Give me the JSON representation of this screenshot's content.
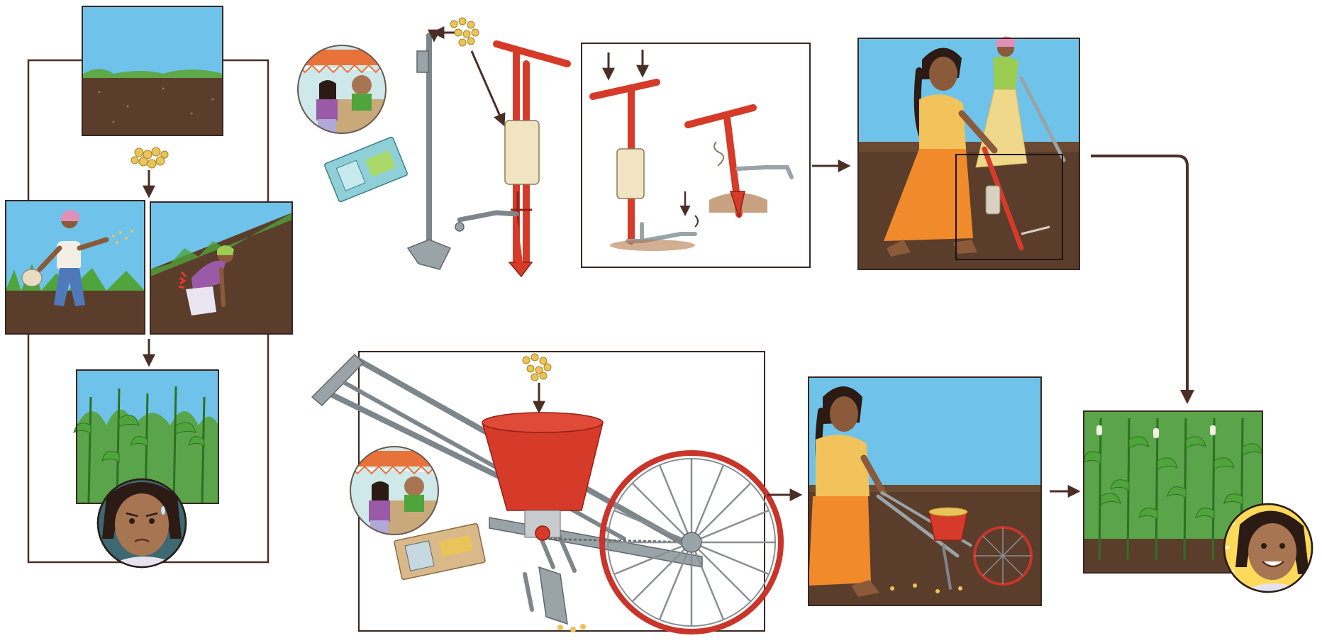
{
  "diagram": {
    "panels": [
      {
        "id": "bare-field",
        "icon": "bare-soil-field-icon"
      },
      {
        "id": "broadcast-sowing",
        "icon": "woman-broadcasting-seeds-icon"
      },
      {
        "id": "hand-sowing-backache",
        "icon": "woman-bending-planting-icon"
      },
      {
        "id": "uneven-maize",
        "icon": "sparse-maize-crop-icon"
      },
      {
        "id": "worried-farmer",
        "icon": "worried-face-icon"
      },
      {
        "id": "jab-planter-purchase",
        "icon": "shop-purchase-icon"
      },
      {
        "id": "jab-planter-tool",
        "icon": "jab-planter-icon"
      },
      {
        "id": "jab-planter-operation",
        "icon": "jab-planter-steps-icon"
      },
      {
        "id": "jab-planting-field",
        "icon": "women-jab-planting-icon"
      },
      {
        "id": "push-seeder-purchase",
        "icon": "shop-purchase-icon"
      },
      {
        "id": "push-seeder-tool",
        "icon": "push-seeder-icon"
      },
      {
        "id": "push-seeder-field",
        "icon": "woman-push-seeding-icon"
      },
      {
        "id": "healthy-maize",
        "icon": "dense-maize-crop-icon"
      },
      {
        "id": "happy-farmer",
        "icon": "happy-face-icon"
      }
    ],
    "colors": {
      "line": "#4a2f27",
      "soil": "#5a3d2b",
      "sky": "#6fc3ea",
      "tool_red": "#d63b2a",
      "tool_metal": "#9aa3a8",
      "maize": "#4fa43b"
    }
  }
}
